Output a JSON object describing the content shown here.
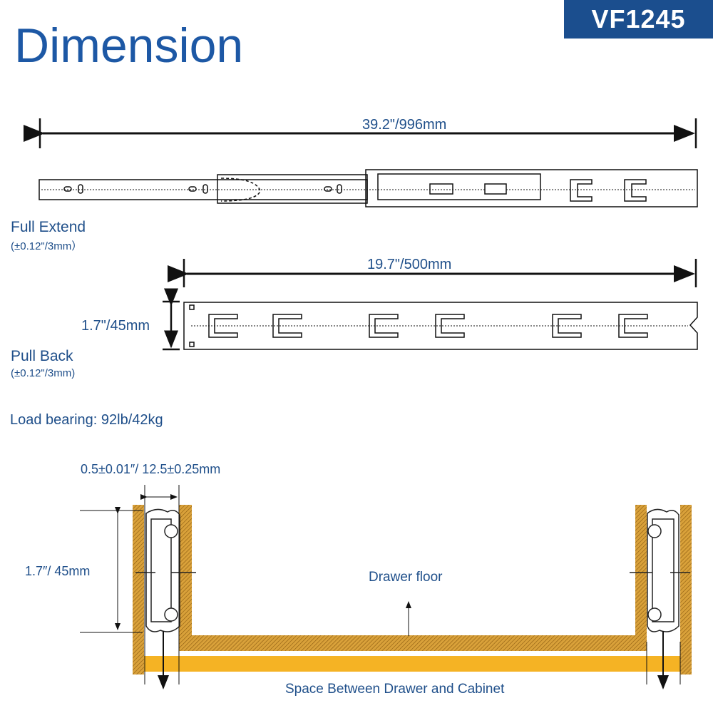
{
  "badge": "VF1245",
  "title": "Dimension",
  "full_extend": {
    "length": "39.2\"/996mm",
    "label": "Full Extend",
    "tolerance": "(±0.12\"/3mm）"
  },
  "pull_back": {
    "length": "19.7\"/500mm",
    "height": "1.7\"/45mm",
    "label": "Pull Back",
    "tolerance": "(±0.12\"/3mm)"
  },
  "load": "Load bearing: 92lb/42kg",
  "section": {
    "clearance": "0.5±0.01″/ 12.5±0.25mm",
    "height": "1.7″/ 45mm",
    "drawer_floor": "Drawer floor",
    "space": "Space Between Drawer and Cabinet"
  },
  "colors": {
    "brand": "#1b4e8e",
    "wood": "#d9a13a",
    "space": "#f5b324"
  }
}
